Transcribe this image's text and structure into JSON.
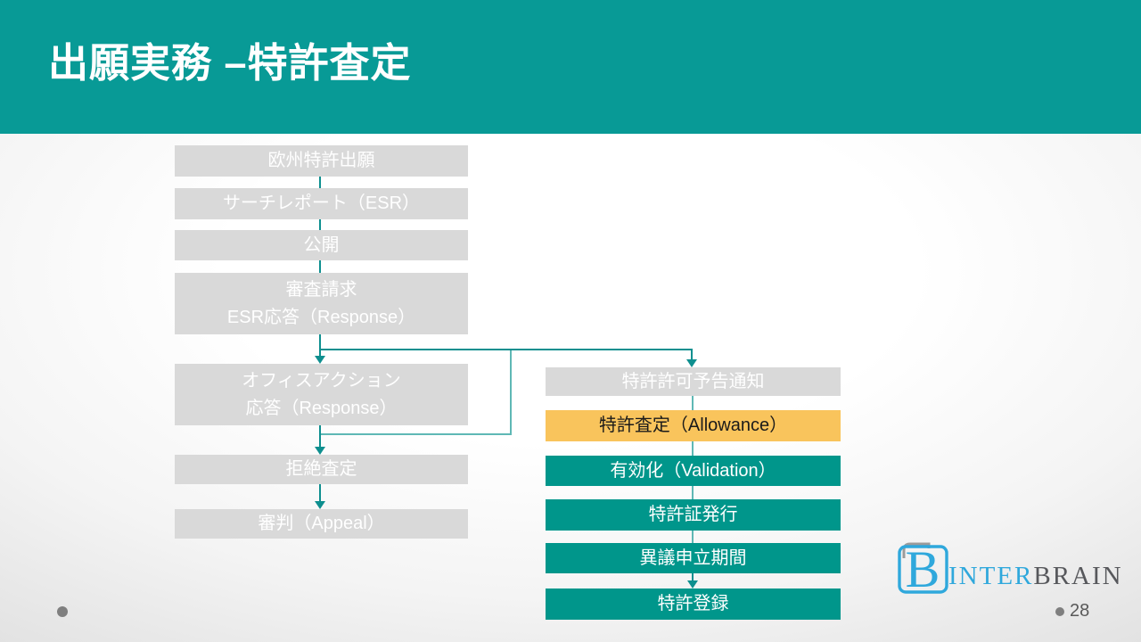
{
  "slide": {
    "title": "出願実務 –特許査定",
    "page_number": "28"
  },
  "colors": {
    "header_teal": "#089A96",
    "flow_teal_box": "#00968B",
    "flow_gray_box": "#D9D9D9",
    "flow_orange_box": "#F9C45C",
    "connector_dark": "#0E8F8F",
    "connector_light": "#5FB8B5",
    "logo_blue": "#2FA8DC",
    "logo_gray": "#57585C",
    "page_number_gray": "#595959"
  },
  "flow": {
    "left_column": [
      {
        "label": "欧州特許出願"
      },
      {
        "label": "サーチレポート（ESR）"
      },
      {
        "label": "公開"
      },
      {
        "lines": [
          "審査請求",
          "ESR応答（Response）"
        ]
      },
      {
        "lines": [
          "オフィスアクション",
          "応答（Response）"
        ]
      },
      {
        "label": "拒絶査定"
      },
      {
        "label": "審判（Appeal）"
      }
    ],
    "right_column": [
      {
        "label": "特許許可予告通知"
      },
      {
        "label": "特許査定（Allowance）"
      },
      {
        "label": "有効化（Validation）"
      },
      {
        "label": "特許証発行"
      },
      {
        "label": "異議申立期間"
      },
      {
        "label": "特許登録"
      }
    ]
  },
  "logo": {
    "mark_letter": "B",
    "text_primary": "INTER",
    "text_secondary": "BRAIN"
  }
}
